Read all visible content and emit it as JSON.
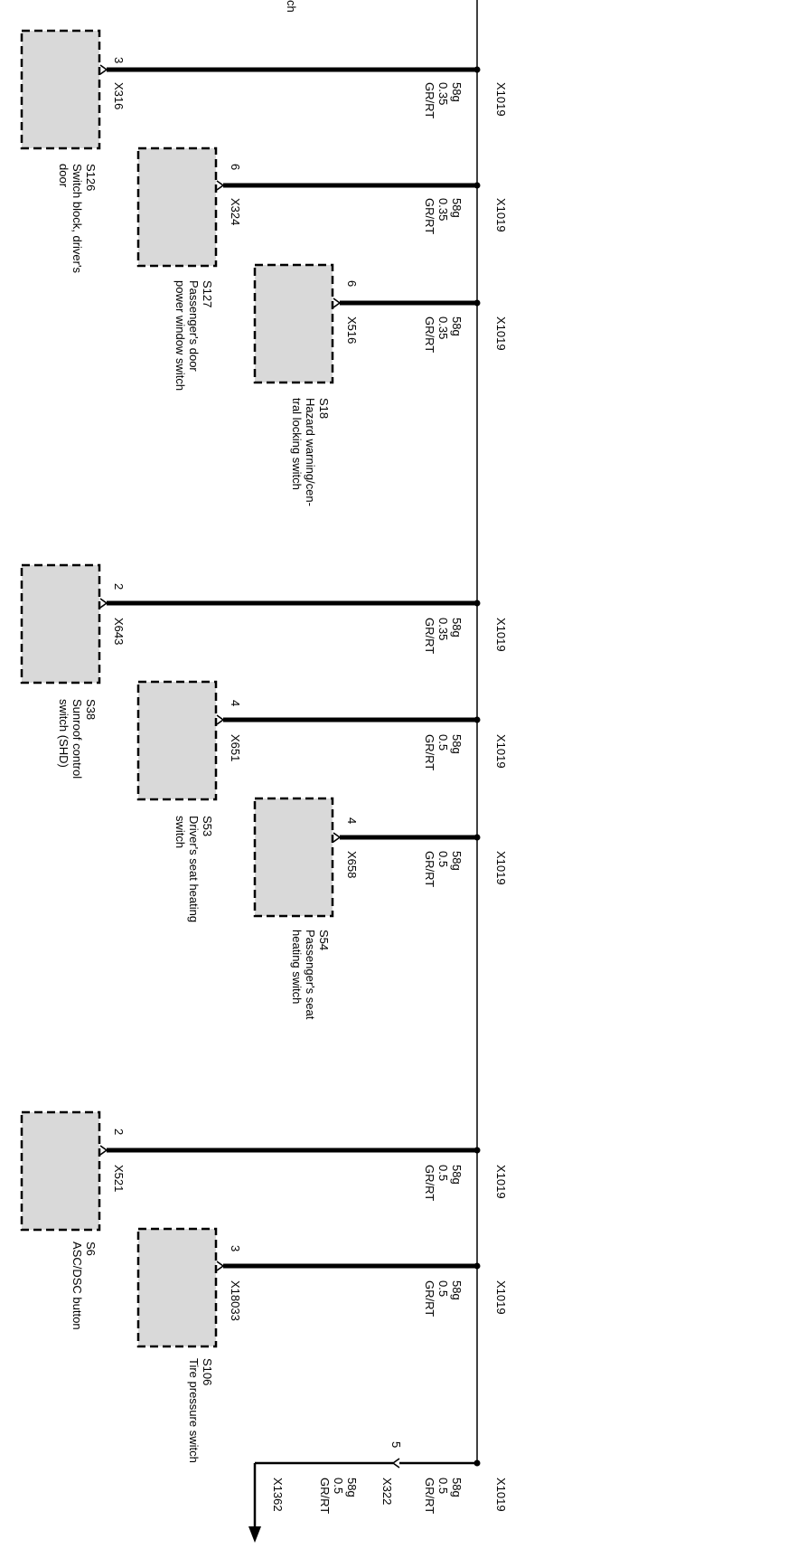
{
  "top_fragment": "ch",
  "branches": [
    {
      "component": "S126",
      "description": [
        "Switch block, driver's",
        "door"
      ],
      "connector": "X316",
      "pin": "3",
      "ground": "X1019",
      "wire": [
        "58g",
        "0.35",
        "GR/RT"
      ]
    },
    {
      "component": "S127",
      "description": [
        "Passenger's door",
        "power window switch"
      ],
      "connector": "X324",
      "pin": "6",
      "ground": "X1019",
      "wire": [
        "58g",
        "0.35",
        "GR/RT"
      ]
    },
    {
      "component": "S18",
      "description": [
        "Hazard warning/cen-",
        "tral locking switch"
      ],
      "connector": "X516",
      "pin": "6",
      "ground": "X1019",
      "wire": [
        "58g",
        "0.35",
        "GR/RT"
      ]
    },
    {
      "component": "S38",
      "description": [
        "Sunroof control",
        "switch (SHD)"
      ],
      "connector": "X643",
      "pin": "2",
      "ground": "X1019",
      "wire": [
        "58g",
        "0.35",
        "GR/RT"
      ]
    },
    {
      "component": "S53",
      "description": [
        "Driver's seat heating",
        "switch"
      ],
      "connector": "X651",
      "pin": "4",
      "ground": "X1019",
      "wire": [
        "58g",
        "0.5",
        "GR/RT"
      ]
    },
    {
      "component": "S54",
      "description": [
        "Passenger's seat",
        "heating switch"
      ],
      "connector": "X658",
      "pin": "4",
      "ground": "X1019",
      "wire": [
        "58g",
        "0.5",
        "GR/RT"
      ]
    },
    {
      "component": "S6",
      "description": [
        "ASC/DSC button"
      ],
      "connector": "X521",
      "pin": "2",
      "ground": "X1019",
      "wire": [
        "58g",
        "0.5",
        "GR/RT"
      ]
    },
    {
      "component": "S106",
      "description": [
        "Tire pressure switch"
      ],
      "connector": "X18033",
      "pin": "3",
      "ground": "X1019",
      "wire": [
        "58g",
        "0.5",
        "GR/RT"
      ]
    }
  ],
  "continuation": {
    "ground": "X1019",
    "wire_in": [
      "58g",
      "0.5",
      "GR/RT"
    ],
    "inline_connector": "X322",
    "pin": "5",
    "wire_out": [
      "58g",
      "0.5",
      "GR/RT"
    ],
    "target": "X1362"
  }
}
